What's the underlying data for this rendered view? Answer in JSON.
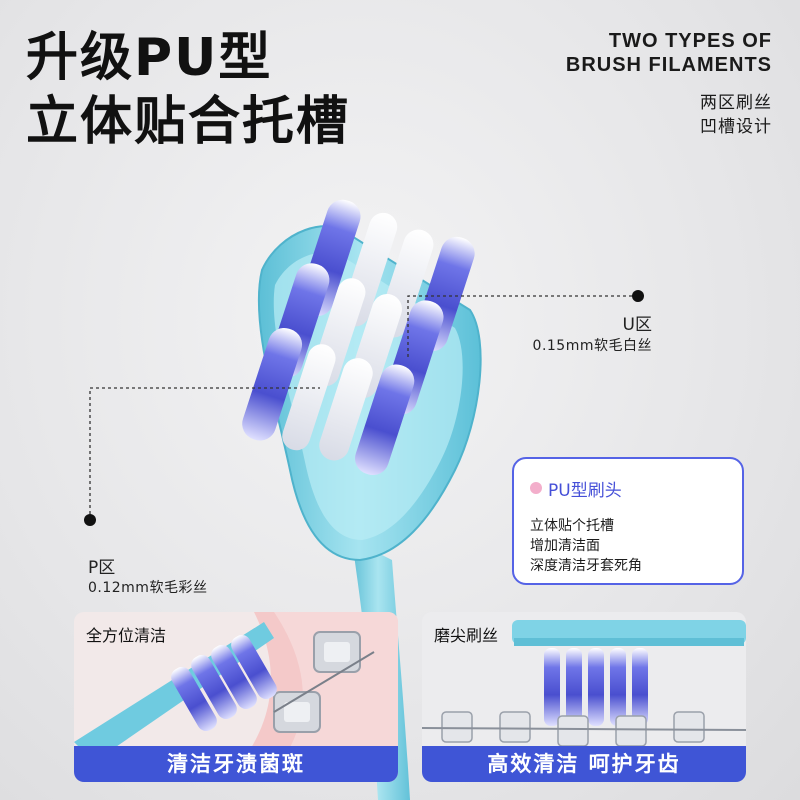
{
  "headline": {
    "line1": "升级PU型",
    "line2": "立体贴合托槽"
  },
  "tagline": {
    "en_line1": "TWO TYPES OF",
    "en_line2": "BRUSH FILAMENTS",
    "cn_line1": "两区刷丝",
    "cn_line2": "凹槽设计"
  },
  "zones": {
    "u": {
      "title": "U区",
      "desc": "0.15mm软毛白丝"
    },
    "p": {
      "title": "P区",
      "desc": "0.12mm软毛彩丝"
    }
  },
  "pu_card": {
    "heading": "PU型刷头",
    "lines": [
      "立体贴个托槽",
      "增加清洁面",
      "深度清洁牙套死角"
    ]
  },
  "panels": {
    "left": {
      "label": "全方位清洁",
      "banner": "清洁牙渍菌斑"
    },
    "right": {
      "label": "磨尖刷丝",
      "banner": "高效清洁 呵护牙齿"
    }
  },
  "colors": {
    "handle": "#7fd3e6",
    "bristle_blue": "#5058d8",
    "accent_blue": "#3f55d6",
    "card_border": "#5563e6",
    "dot_pink": "#f3aecb"
  }
}
